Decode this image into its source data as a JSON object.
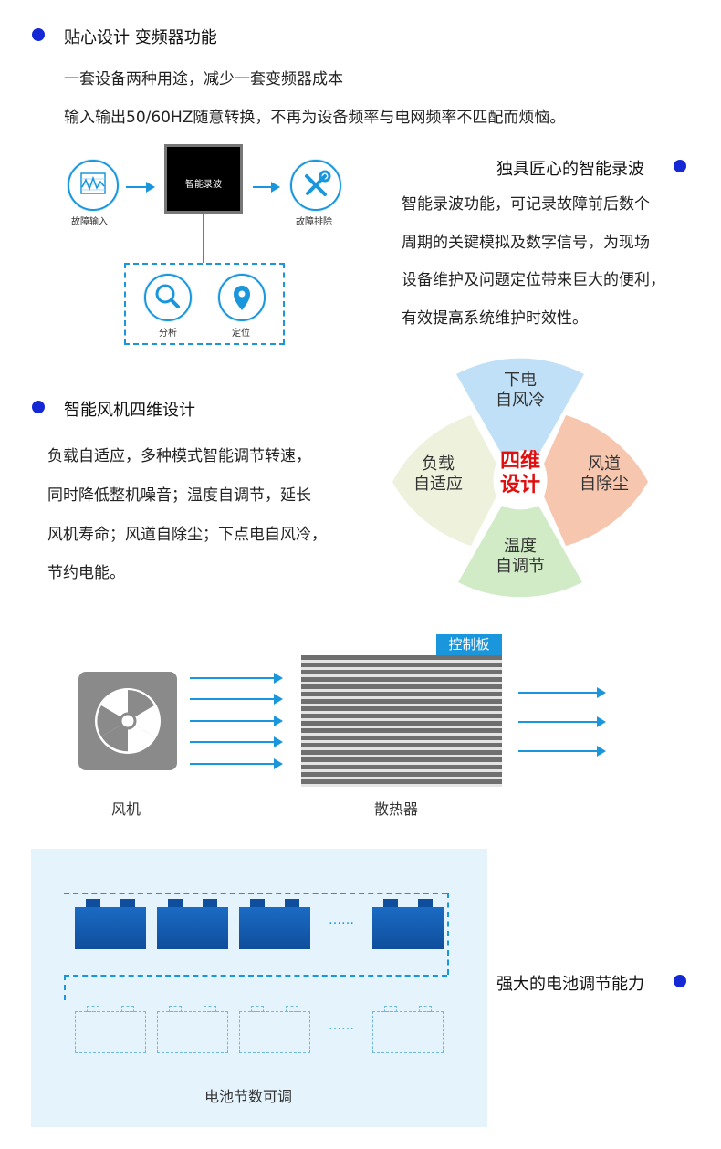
{
  "section1": {
    "title": "贴心设计 变频器功能",
    "lines": [
      "一套设备两种用途，减少一套变频器成本",
      "输入输出50/60HZ随意转换，不再为设备频率与电网频率不匹配而烦恼。"
    ]
  },
  "recording": {
    "title": "独具匠心的智能录波",
    "lines": [
      "智能录波功能，可记录故障前后数个",
      "周期的关键模拟及数字信号，为现场",
      "设备维护及问题定位带来巨大的便利，",
      "有效提高系统维护时效性。"
    ],
    "diagram": {
      "center_label": "智能录波",
      "input_label": "故障输入",
      "output_label": "故障排除",
      "analyze_label": "分析",
      "locate_label": "定位"
    }
  },
  "fan": {
    "title": "智能风机四维设计",
    "lines": [
      "负载自适应，多种模式智能调节转速，",
      "同时降低整机噪音；温度自调节，延长",
      "风机寿命；风道自除尘；下点电自风冷，",
      "节约电能。"
    ],
    "wheel": {
      "center_line1": "四维",
      "center_line2": "设计",
      "top_line1": "下电",
      "top_line2": "自风冷",
      "right_line1": "风道",
      "right_line2": "自除尘",
      "bottom_line1": "温度",
      "bottom_line2": "自调节",
      "left_line1": "负载",
      "left_line2": "自适应"
    }
  },
  "airflow": {
    "fan_label": "风机",
    "heatsink_label": "散热器",
    "control_board_label": "控制板"
  },
  "battery": {
    "title": "强大的电池调节能力",
    "caption": "电池节数可调",
    "ellipsis": "……"
  },
  "colors": {
    "accent_blue": "#1a97dc",
    "dot_blue": "#1428d6",
    "petal_top": "#bfe0f6",
    "petal_right": "#f6c6ae",
    "petal_bottom": "#d0ebc6",
    "petal_left": "#eef2dc",
    "center_red": "#e01010"
  }
}
